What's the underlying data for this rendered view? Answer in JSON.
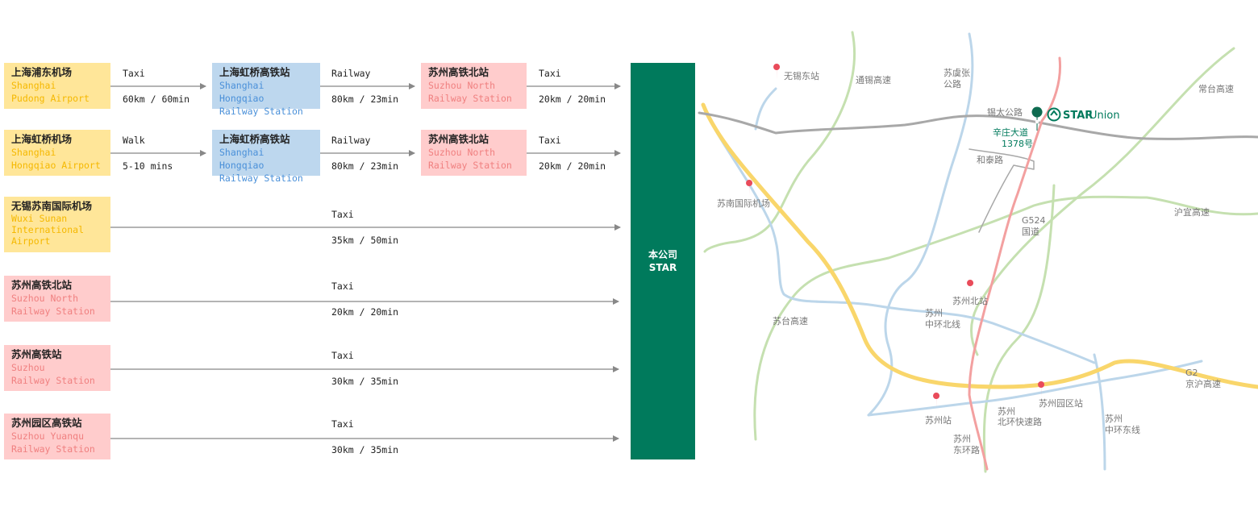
{
  "routes": [
    {
      "start": {
        "cn": "上海浦东机场",
        "en": "Shanghai\nPudong Airport"
      },
      "leg1": {
        "mode": "Taxi",
        "dist": "60km / 60min"
      },
      "via1": {
        "cn": "上海虹桥高铁站",
        "en": "Shanghai Hongqiao\nRailway Station"
      },
      "leg2": {
        "mode": "Railway",
        "dist": "80km / 23min"
      },
      "via2": {
        "cn": "苏州高铁北站",
        "en": "Suzhou North\nRailway Station"
      },
      "leg3": {
        "mode": "Taxi",
        "dist": "20km / 20min"
      }
    },
    {
      "start": {
        "cn": "上海虹桥机场",
        "en": "Shanghai\nHongqiao Airport"
      },
      "leg1": {
        "mode": "Walk",
        "dist": "5-10 mins"
      },
      "via1": {
        "cn": "上海虹桥高铁站",
        "en": "Shanghai Hongqiao\nRailway Station"
      },
      "leg2": {
        "mode": "Railway",
        "dist": "80km / 23min"
      },
      "via2": {
        "cn": "苏州高铁北站",
        "en": "Suzhou North\nRailway Station"
      },
      "leg3": {
        "mode": "Taxi",
        "dist": "20km / 20min"
      }
    },
    {
      "start": {
        "cn": "无锡苏南国际机场",
        "en": "Wuxi Sunan\nInternational\nAirport"
      },
      "leg": {
        "mode": "Taxi",
        "dist": "35km / 50min"
      }
    },
    {
      "start": {
        "cn": "苏州高铁北站",
        "en": "Suzhou North\nRailway Station"
      },
      "leg": {
        "mode": "Taxi",
        "dist": "20km / 20min"
      }
    },
    {
      "start": {
        "cn": "苏州高铁站",
        "en": "Suzhou\nRailway Station"
      },
      "leg": {
        "mode": "Taxi",
        "dist": "30km / 35min"
      }
    },
    {
      "start": {
        "cn": "苏州园区高铁站",
        "en": "Suzhou Yuanqu\nRailway Station"
      },
      "leg": {
        "mode": "Taxi",
        "dist": "30km / 35min"
      }
    }
  ],
  "company": {
    "cn": "本公司",
    "en": "STAR"
  },
  "map": {
    "labels": {
      "wuxi_east": "无锡东站",
      "tongxi": "通锡高速",
      "suyuzhang_1": "苏虞张",
      "suyuzhang_2": "公路",
      "changtai": "常台高速",
      "xitai": "锡太公路",
      "brand_star": "STAR",
      "brand_union": "Union",
      "address_1": "辛庄大道",
      "address_2": "1378号",
      "hetai": "和泰路",
      "sunan_airport": "苏南国际机场",
      "huyi": "沪宜高速",
      "g524_1": "G524",
      "g524_2": "国道",
      "suzhou_north": "苏州北站",
      "north_ring_1": "苏州",
      "north_ring_2": "中环北线",
      "sutai": "苏台高速",
      "g2_1": "G2",
      "g2_2": "京沪高速",
      "yuanqu": "苏州园区站",
      "suzhou_station": "苏州站",
      "north_express_1": "苏州",
      "north_express_2": "北环快速路",
      "east_ring_1": "苏州",
      "east_ring_2": "中环东线",
      "dong_ring_1": "苏州",
      "dong_ring_2": "东环路"
    },
    "colors": {
      "yellow": "#f9d66b",
      "blue": "#bcd6ea",
      "green": "#c5e0b0",
      "red": "#f3a0a0",
      "gray": "#a8a8a8",
      "brand": "#007a5c",
      "pin": "#e94b5a"
    }
  }
}
